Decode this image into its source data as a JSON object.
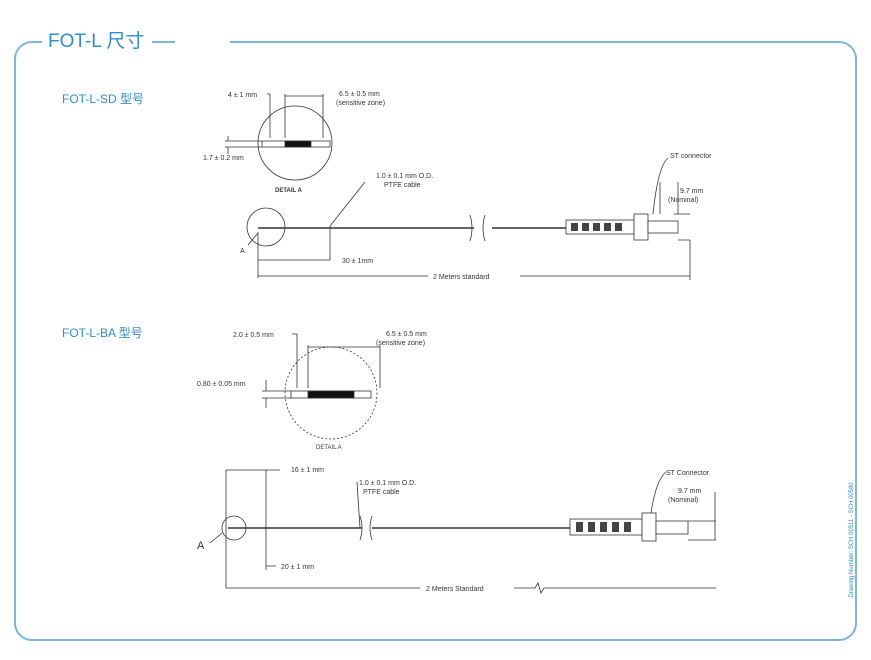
{
  "title": "FOT-L 尺寸",
  "colors": {
    "accent": "#2d8ecb",
    "frame": "#7db6d9",
    "line": "#333333"
  },
  "models": [
    {
      "name": "FOT-L-SD 型号"
    },
    {
      "name": "FOT-L-BA 型号"
    }
  ],
  "sd": {
    "tip_length": "4 ± 1 mm",
    "sensitive": "6.5 ± 0.5 mm",
    "sensitive_note": "(sensitive zone)",
    "diameter": "1.7 ± 0.2 mm",
    "detail": "DETAIL A",
    "cable": "1.0 ± 0.1 mm O.D.",
    "cable_type": "PTFE cable",
    "connector": "ST connector",
    "conn_len": "9.7 mm",
    "conn_note": "(Nominal)",
    "a_label": "A",
    "span": "30 ± 1mm",
    "total": "2 Meters standard"
  },
  "ba": {
    "tip_length": "2.0 ± 0.5 mm",
    "sensitive": "6.5 ± 0.5 mm",
    "sensitive_note": "(sensitive zone)",
    "diameter": "0.80 ± 0.05 mm",
    "detail": "DETAIL A",
    "top_span": "16 ± 1 mm",
    "cable": "1.0 ± 0.1 mm O.D.",
    "cable_type": "PTFE cable",
    "connector": "ST Connector",
    "conn_len": "9.7 mm",
    "conn_note": "(Nominal)",
    "a_label": "A",
    "span": "20 ± 1 mm",
    "total": "2 Meters Standard"
  },
  "side_note": "Drawing Number: SCH 00511 - SCH 00580"
}
